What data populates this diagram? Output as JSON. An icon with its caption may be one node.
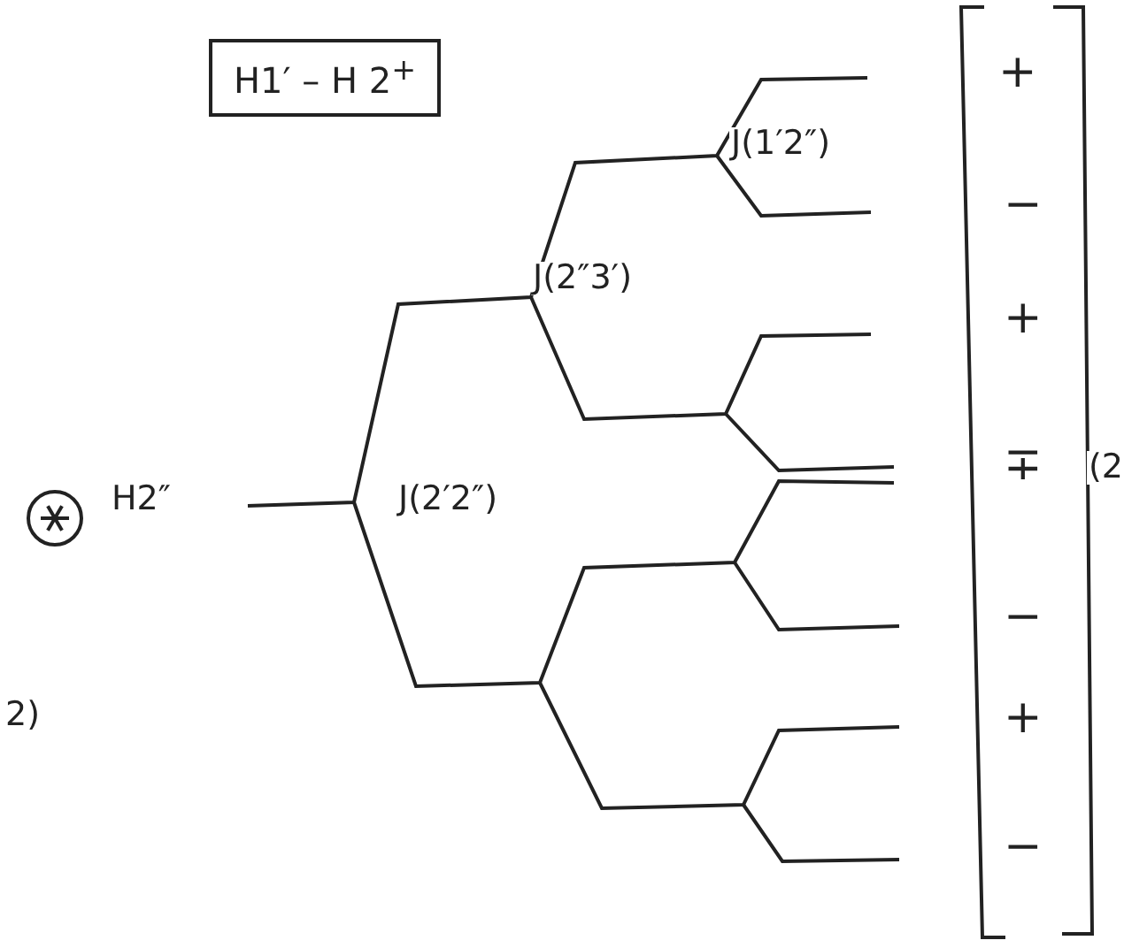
{
  "diagram": {
    "nodes": [
      {
        "text": [
          "H1′ – H 2$^{+}$"
        ]
      }
    ],
    "labels": [
      "+",
      "J(1′2″)",
      "−",
      "J(2″3′)",
      "+",
      "∓",
      "(2",
      "H2″",
      "J(2′2″)",
      "−",
      "+",
      "2)",
      "−"
    ]
  }
}
